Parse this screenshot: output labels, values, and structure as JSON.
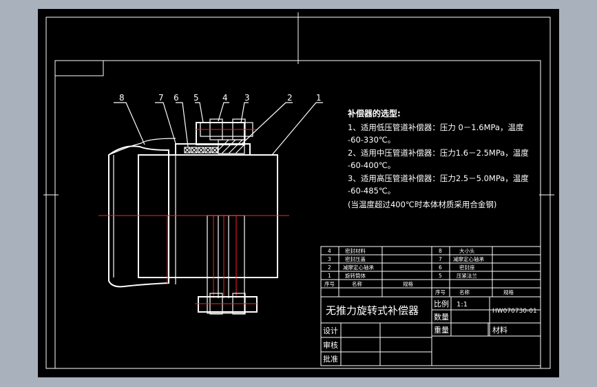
{
  "callouts": [
    "8",
    "7",
    "6",
    "5",
    "4",
    "3",
    "2",
    "1"
  ],
  "notes": {
    "title": "补偿器的选型:",
    "line1": "1、适用低压管道补偿器：压力 0－1.6MPa，温度",
    "line1b": "-60-330℃。",
    "line2": "2、适用中压管道补偿器：压力1.6－2.5MPa，温度",
    "line2b": "-60-400℃。",
    "line3": "3、适用高压管道补偿器：压力2.5－5.0MPa，温度",
    "line3b": "-60-485℃。",
    "line4": "(当温度超过400℃时本体材质采用合金钢)"
  },
  "bom": {
    "left": [
      {
        "no": "4",
        "name": "密封材料"
      },
      {
        "no": "3",
        "name": "密封压盖"
      },
      {
        "no": "2",
        "name": "减摩定心轴承"
      },
      {
        "no": "1",
        "name": "旋转筒体"
      }
    ],
    "right": [
      {
        "no": "8",
        "name": "大小头"
      },
      {
        "no": "7",
        "name": "减摩定心轴承"
      },
      {
        "no": "6",
        "name": "密封座"
      },
      {
        "no": "5",
        "name": "压紧法兰"
      }
    ],
    "hdr_no": "序号",
    "hdr_name": "名称",
    "hdr_spec": "规格"
  },
  "title_block": {
    "product": "无推力旋转式补偿器",
    "scale_label": "比例",
    "scale": "1:1",
    "qty_label": "数量",
    "weight_label": "重量",
    "material_label": "材料",
    "drawing_no": "HW070730-01",
    "design": "设计",
    "review": "审核",
    "approve": "批准"
  }
}
